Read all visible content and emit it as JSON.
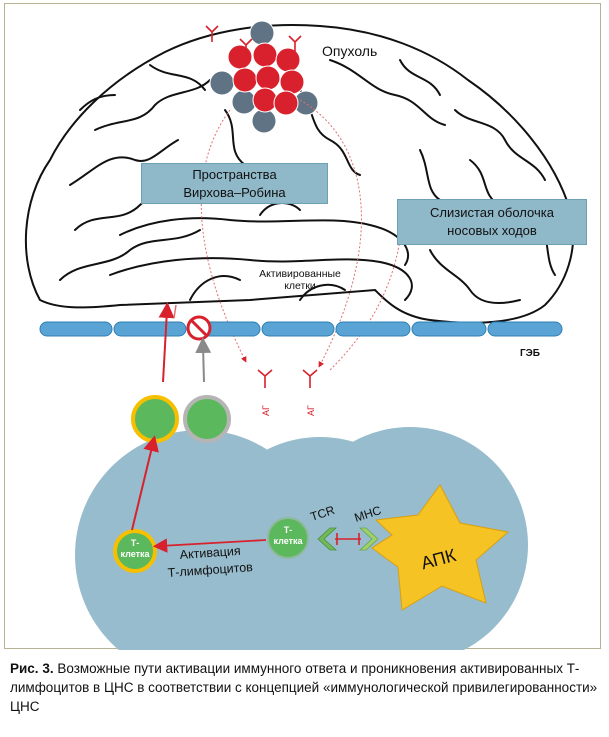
{
  "labels": {
    "tumor": "Опухоль",
    "virchow_robin": "Пространства\nВирхова–Робина",
    "nasal_mucosa": "Слизистая оболочка\nносовых ходов",
    "activated_cells_line1": "Активированные",
    "activated_cells_line2": "клетки",
    "bbb": "ГЭБ",
    "antigen_1": "АГ",
    "antigen_2": "АГ",
    "tcell_left_line1": "Т-",
    "tcell_left_line2": "клетка",
    "tcell_center_line1": "Т-",
    "tcell_center_line2": "клетка",
    "tcr": "TCR",
    "mhc": "MHC",
    "apc": "АПК",
    "activation_line1": "Активация",
    "activation_line2": "Т-лимфоцитов"
  },
  "caption": {
    "lead": "Рис. 3.",
    "text": " Возможные пути активации иммунного ответа и проникновения активированных Т-лимфоцитов в ЦНС в соответствии с концепцией «иммунологической привилегированности» ЦНС"
  },
  "colors": {
    "red_cell": "#d8212d",
    "gray_cell": "#5f7385",
    "t_cell_green": "#5cb85c",
    "active_ring": "#f6c000",
    "inactive_ring": "#b5b5b5",
    "apc_yellow": "#f5c323",
    "lymph_blue": "#97bccd",
    "bbb_blue": "#5aa4d5",
    "arrow_red": "#d8212d",
    "arrow_gray": "#8a8a8a",
    "tcr_green": "#70b95a",
    "mhc_green": "#9ed070"
  }
}
